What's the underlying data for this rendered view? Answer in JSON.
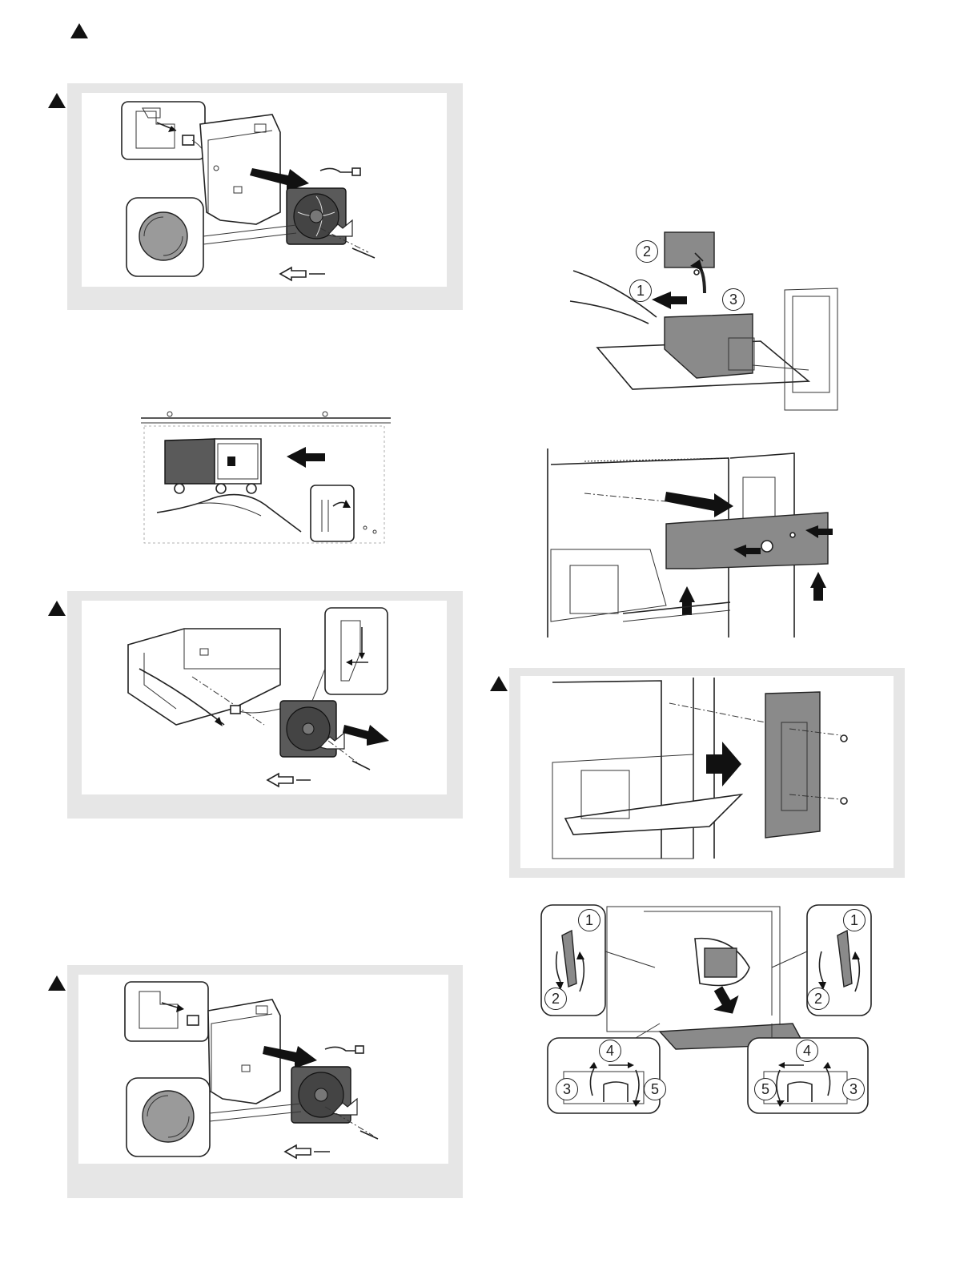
{
  "left_column": {
    "figures": [
      {
        "name": "fan-removal-figure-1",
        "warning_marker": true,
        "framed": true
      },
      {
        "name": "duct-removal-figure",
        "warning_marker": false,
        "framed": false
      },
      {
        "name": "fan-removal-figure-2",
        "warning_marker": true,
        "framed": true
      },
      {
        "name": "fan-removal-figure-3",
        "warning_marker": true,
        "framed": true
      }
    ]
  },
  "right_column": {
    "figures": [
      {
        "name": "tray-cover-removal-figure",
        "callouts": [
          "1",
          "2",
          "3"
        ]
      },
      {
        "name": "right-cover-removal-figure",
        "warning_marker": false
      },
      {
        "name": "rear-cover-removal-figure",
        "warning_marker": true,
        "framed": true
      },
      {
        "name": "lever-release-figure",
        "callouts_left": [
          "1",
          "2"
        ],
        "callouts_right": [
          "1",
          "2"
        ],
        "callouts_bottom_left": [
          "4",
          "3",
          "5"
        ],
        "callouts_bottom_right": [
          "4",
          "5",
          "3"
        ]
      }
    ]
  },
  "callouts": {
    "c1": "1",
    "c2": "2",
    "c3": "3",
    "c4": "4",
    "c5": "5"
  },
  "colors": {
    "panel_gray": "#e6e6e6",
    "part_gray": "#8a8a8a",
    "dark_part": "#5a5a5a",
    "line": "#222222"
  }
}
